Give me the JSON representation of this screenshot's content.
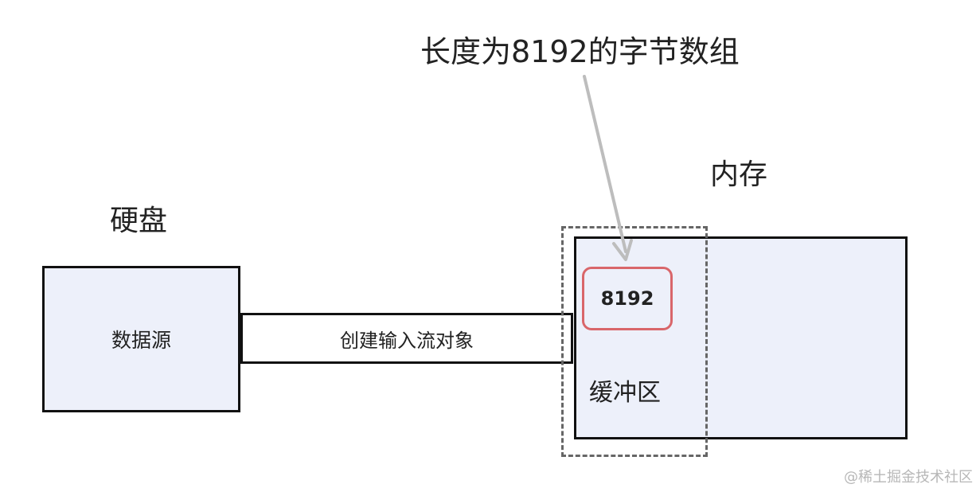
{
  "diagram": {
    "callout_label": "长度为8192的字节数组",
    "disk_label": "硬盘",
    "memory_label": "内存",
    "data_source_label": "数据源",
    "stream_label": "创建输入流对象",
    "byte_array_value": "8192",
    "buffer_label": "缓冲区"
  },
  "watermark": "@稀土掘金技术社区",
  "colors": {
    "box_fill": "#edf0fa",
    "box_border": "#111111",
    "highlight_border": "#d9666a",
    "dashed_border": "#666666",
    "arrow": "#bdbdbd"
  }
}
